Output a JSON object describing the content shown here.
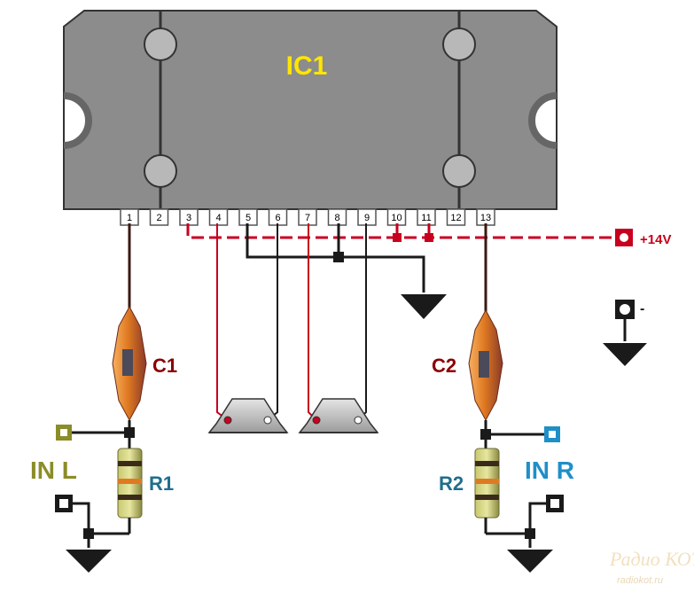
{
  "chip": {
    "label": "IC1",
    "pins": [
      "1",
      "2",
      "3",
      "4",
      "5",
      "6",
      "7",
      "8",
      "9",
      "10",
      "11",
      "12",
      "13"
    ]
  },
  "labels": {
    "c1": "C1",
    "c2": "C2",
    "r1": "R1",
    "r2": "R2",
    "in_l": "IN L",
    "in_r": "IN R",
    "vplus": "+14V",
    "vminus": "-"
  },
  "watermark": {
    "line1": "Радио КОТ",
    "line2": "radiokot.ru"
  },
  "colors": {
    "chip_body": "#8c8c8c",
    "chip_label": "#ffe600",
    "supply_wire": "#c8001e",
    "ground_wire": "#1a1a1a",
    "cap_label": "#8b0000",
    "res_label": "#1f6e8c",
    "in_l": "#8c8c28",
    "in_r": "#1f8fc8"
  }
}
